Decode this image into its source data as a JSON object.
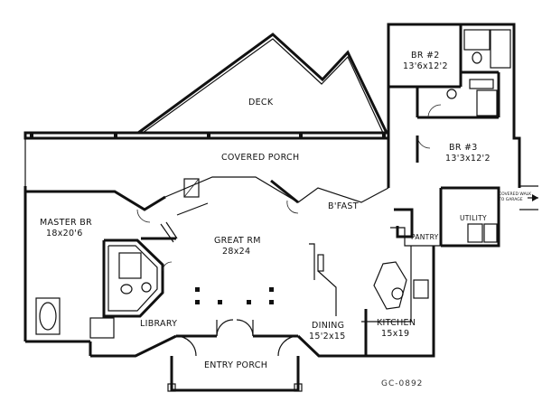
{
  "rooms": {
    "deck": {
      "name": "DECK"
    },
    "covered_porch": {
      "name": "COVERED PORCH"
    },
    "br2": {
      "name": "BR #2",
      "size": "13'6x12'2"
    },
    "br3": {
      "name": "BR #3",
      "size": "13'3x12'2"
    },
    "master": {
      "name": "MASTER BR",
      "size": "18x20'6"
    },
    "great": {
      "name": "GREAT RM",
      "size": "28x24"
    },
    "bfast": {
      "name": "B'FAST"
    },
    "utility": {
      "name": "UTILITY"
    },
    "pantry": {
      "name": "PANTRY"
    },
    "library": {
      "name": "LIBRARY"
    },
    "dining": {
      "name": "DINING",
      "size": "15'2x15"
    },
    "kitchen": {
      "name": "KITCHEN",
      "size": "15x19"
    },
    "entry": {
      "name": "ENTRY PORCH"
    }
  },
  "notes": {
    "garage_line1": "COVERED WALK",
    "garage_line2": "TO GARAGE"
  },
  "plan_code": "GC-0892"
}
